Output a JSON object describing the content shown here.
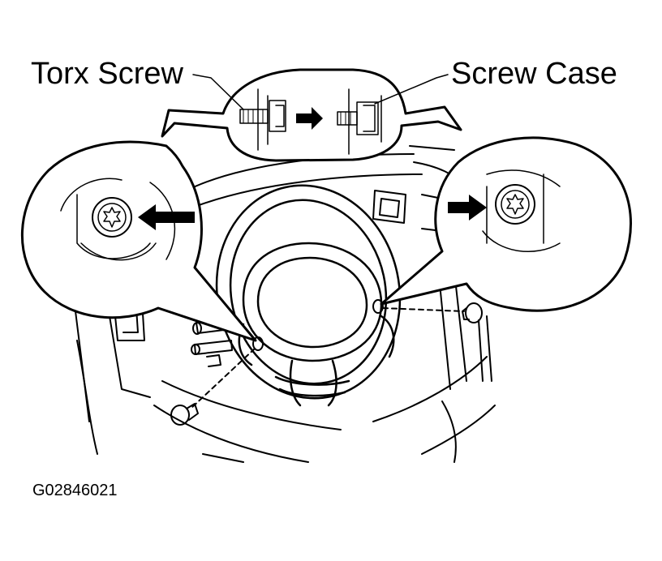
{
  "labels": {
    "torx_screw": "Torx Screw",
    "screw_case": "Screw Case"
  },
  "figure_id": "G02846021",
  "colors": {
    "ink": "#000000",
    "paper": "#ffffff"
  },
  "icons": {
    "left_arrow": "arrow-left-icon",
    "right_arrow": "arrow-right-icon",
    "torx_head": "torx-head-icon"
  }
}
